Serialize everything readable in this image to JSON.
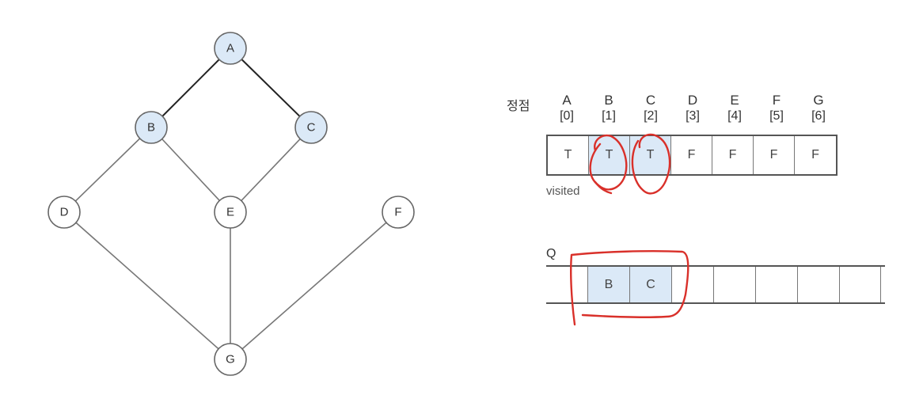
{
  "graph": {
    "nodes": [
      {
        "id": "A",
        "label": "A",
        "visited": true
      },
      {
        "id": "B",
        "label": "B",
        "visited": true
      },
      {
        "id": "C",
        "label": "C",
        "visited": true
      },
      {
        "id": "D",
        "label": "D",
        "visited": false
      },
      {
        "id": "E",
        "label": "E",
        "visited": false
      },
      {
        "id": "F",
        "label": "F",
        "visited": false
      },
      {
        "id": "G",
        "label": "G",
        "visited": false
      }
    ],
    "edges": [
      {
        "from": "A",
        "to": "B"
      },
      {
        "from": "A",
        "to": "C"
      },
      {
        "from": "B",
        "to": "D"
      },
      {
        "from": "B",
        "to": "E"
      },
      {
        "from": "C",
        "to": "E"
      },
      {
        "from": "D",
        "to": "G"
      },
      {
        "from": "E",
        "to": "G"
      },
      {
        "from": "F",
        "to": "G"
      }
    ]
  },
  "visited_table": {
    "row_label": "정점",
    "vertices": [
      {
        "name": "A",
        "index": "[0]",
        "value": "T",
        "highlighted": false
      },
      {
        "name": "B",
        "index": "[1]",
        "value": "T",
        "highlighted": true
      },
      {
        "name": "C",
        "index": "[2]",
        "value": "T",
        "highlighted": true
      },
      {
        "name": "D",
        "index": "[3]",
        "value": "F",
        "highlighted": false
      },
      {
        "name": "E",
        "index": "[4]",
        "value": "F",
        "highlighted": false
      },
      {
        "name": "F",
        "index": "[5]",
        "value": "F",
        "highlighted": false
      },
      {
        "name": "G",
        "index": "[6]",
        "value": "F",
        "highlighted": false
      }
    ],
    "array_label": "visited"
  },
  "queue": {
    "label": "Q",
    "cells": [
      "B",
      "C",
      "",
      "",
      "",
      "",
      ""
    ]
  },
  "colors": {
    "visited_fill": "#dbe9f7",
    "annotation": "#d9302a"
  }
}
